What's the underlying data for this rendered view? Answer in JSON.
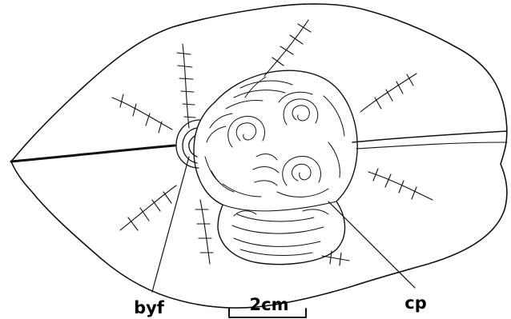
{
  "labels": {
    "byssal_feature": "byf",
    "capsule": "cp",
    "scale": "2cm"
  }
}
